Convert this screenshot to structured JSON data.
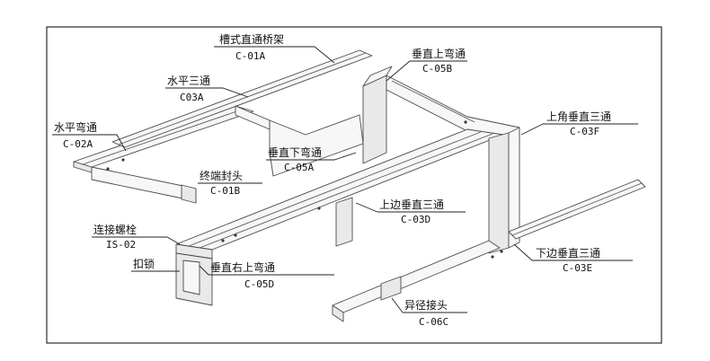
{
  "labels": [
    {
      "id": "straight-tray",
      "name": "槽式直通桥架",
      "code": "C-01A"
    },
    {
      "id": "horizontal-tee",
      "name": "水平三通",
      "code": "C03A"
    },
    {
      "id": "horizontal-elbow",
      "name": "水平弯通",
      "code": "C-02A"
    },
    {
      "id": "vertical-up-elbow",
      "name": "垂直上弯通",
      "code": "C-05B"
    },
    {
      "id": "top-corner-vertical-tee",
      "name": "上角垂直三通",
      "code": "C-03F"
    },
    {
      "id": "vertical-down-elbow",
      "name": "垂直下弯通",
      "code": "C-05A"
    },
    {
      "id": "end-cap",
      "name": "终端封头",
      "code": "C-01B"
    },
    {
      "id": "top-edge-vertical-tee",
      "name": "上边垂直三通",
      "code": "C-03D"
    },
    {
      "id": "connecting-bolt",
      "name": "连接螺栓",
      "code": "IS-02"
    },
    {
      "id": "bottom-edge-vertical-tee",
      "name": "下边垂直三通",
      "code": "C-03E"
    },
    {
      "id": "buckle-lock",
      "name": "扣锁",
      "code": ""
    },
    {
      "id": "vertical-right-up-elbow",
      "name": "垂直右上弯通",
      "code": "C-05D"
    },
    {
      "id": "reducer-joint",
      "name": "异径接头",
      "code": "C-06C"
    }
  ]
}
